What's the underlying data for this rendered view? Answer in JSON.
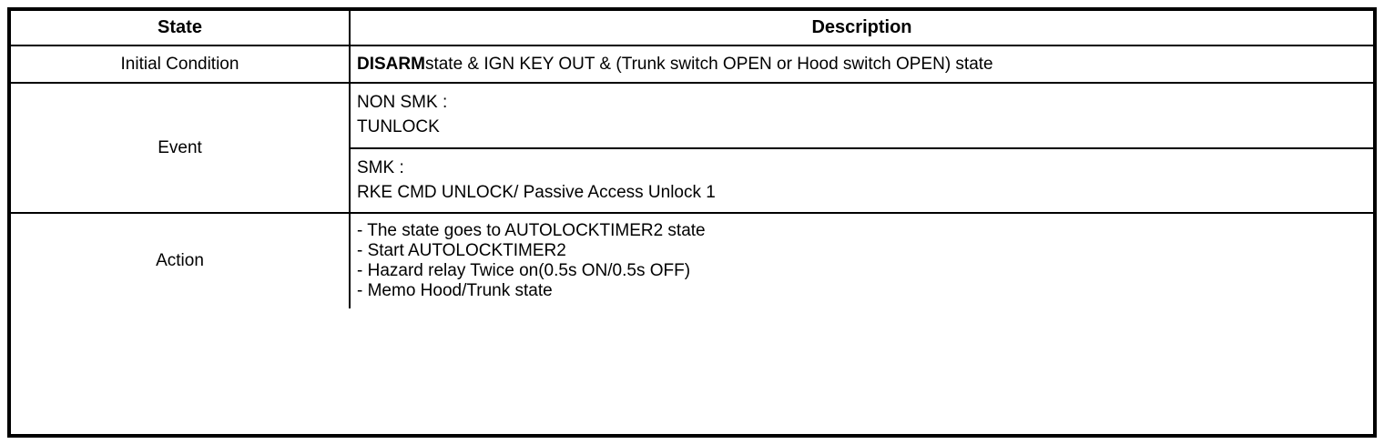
{
  "table": {
    "header": {
      "state": "State",
      "description": "Description"
    },
    "rows": {
      "initial_condition": {
        "label": "Initial Condition",
        "desc_bold": "DISARM",
        "desc_rest": "state & IGN KEY OUT & (Trunk switch OPEN or Hood switch OPEN) state"
      },
      "event": {
        "label": "Event",
        "sub_rows": [
          {
            "line1": "NON SMK :",
            "line2": "TUNLOCK"
          },
          {
            "line1": "SMK :",
            "line2": "RKE CMD UNLOCK/ Passive Access Unlock 1"
          }
        ]
      },
      "action": {
        "label": "Action",
        "items": [
          "- The state goes to AUTOLOCKTIMER2 state",
          "- Start AUTOLOCKTIMER2",
          "- Hazard relay Twice on(0.5s ON/0.5s OFF)",
          "- Memo Hood/Trunk state"
        ]
      }
    }
  },
  "colors": {
    "border": "#000000",
    "text": "#000000",
    "background": "#ffffff"
  }
}
